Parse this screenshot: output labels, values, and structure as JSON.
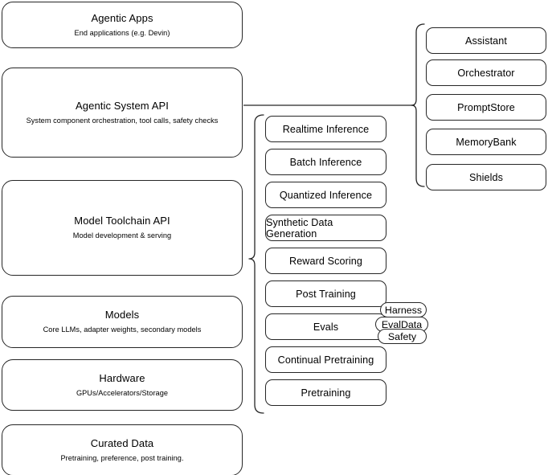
{
  "diagram": {
    "stack": [
      {
        "title": "Agentic Apps",
        "subtitle": "End applications (e.g. Devin)"
      },
      {
        "title": "Agentic System API",
        "subtitle": "System component orchestration, tool calls, safety checks"
      },
      {
        "title": "Model Toolchain API",
        "subtitle": "Model development & serving"
      },
      {
        "title": "Models",
        "subtitle": "Core LLMs, adapter weights, secondary models"
      },
      {
        "title": "Hardware",
        "subtitle": "GPUs/Accelerators/Storage"
      },
      {
        "title": "Curated Data",
        "subtitle": "Pretraining, preference, post training."
      }
    ],
    "toolchain_components": [
      {
        "label": "Realtime Inference"
      },
      {
        "label": "Batch Inference"
      },
      {
        "label": "Quantized Inference"
      },
      {
        "label": "Synthetic Data Generation"
      },
      {
        "label": "Reward Scoring"
      },
      {
        "label": "Post Training"
      },
      {
        "label": "Evals"
      },
      {
        "label": "Continual Pretraining"
      },
      {
        "label": "Pretraining"
      }
    ],
    "agentic_components": [
      {
        "label": "Assistant"
      },
      {
        "label": "Orchestrator"
      },
      {
        "label": "PromptStore"
      },
      {
        "label": "MemoryBank"
      },
      {
        "label": "Shields"
      }
    ],
    "eval_tags": [
      {
        "label": "Harness"
      },
      {
        "label": "EvalData"
      },
      {
        "label": "Safety"
      }
    ],
    "colors": {
      "stroke": "#262626",
      "background": "#ffffff",
      "text": "#000000"
    }
  }
}
